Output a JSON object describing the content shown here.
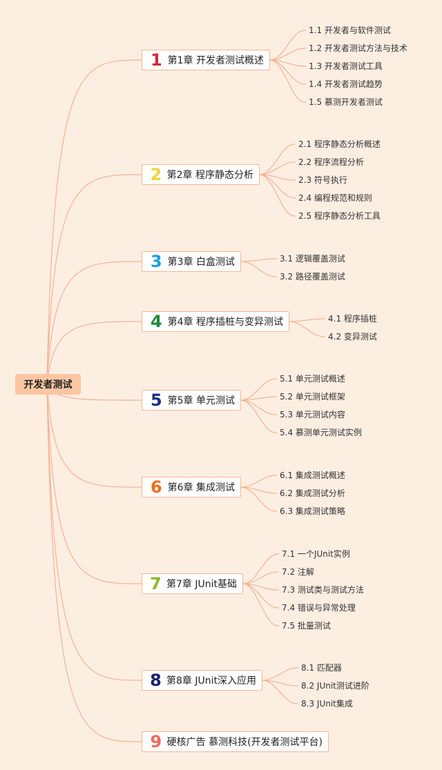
{
  "root": {
    "label": "开发者测试"
  },
  "chapters": [
    {
      "number": "1",
      "color": "#d8243c",
      "label": "第1章 开发者测试概述",
      "items": [
        "1.1 开发者与软件测试",
        "1.2 开发者测试方法与技术",
        "1.3 开发者测试工具",
        "1.4 开发者测试趋势",
        "1.5 慕测开发者测试"
      ]
    },
    {
      "number": "2",
      "color": "#f1d33c",
      "label": "第2章 程序静态分析",
      "items": [
        "2.1 程序静态分析概述",
        "2.2 程序流程分析",
        "2.3 符号执行",
        "2.4 编程规范和规则",
        "2.5 程序静态分析工具"
      ]
    },
    {
      "number": "3",
      "color": "#1f9fd8",
      "label": "第3章 白盒测试",
      "items": [
        "3.1 逻辑覆盖测试",
        "3.2 路径覆盖测试"
      ]
    },
    {
      "number": "4",
      "color": "#1e8a3c",
      "label": "第4章 程序插桩与变异测试",
      "items": [
        "4.1 程序插桩",
        "4.2 变异测试"
      ]
    },
    {
      "number": "5",
      "color": "#1d2f86",
      "label": "第5章 单元测试",
      "items": [
        "5.1 单元测试概述",
        "5.2 单元测试框架",
        "5.3 单元测试内容",
        "5.4 慕测单元测试实例"
      ]
    },
    {
      "number": "6",
      "color": "#f26b1e",
      "label": "第6章 集成测试",
      "items": [
        "6.1 集成测试概述",
        "6.2 集成测试分析",
        "6.3 集成测试策略"
      ]
    },
    {
      "number": "7",
      "color": "#8fb82a",
      "label": "第7章 JUnit基础",
      "items": [
        "7.1 一个JUnit实例",
        "7.2 注解",
        "7.3 测试类与测试方法",
        "7.4 错误与异常处理",
        "7.5 批量测试"
      ]
    },
    {
      "number": "8",
      "color": "#1d1f6e",
      "label": "第8章 JUnit深入应用",
      "items": [
        "8.1 匹配器",
        "8.2 JUnit测试进阶",
        "8.3 JUnit集成"
      ]
    },
    {
      "number": "9",
      "color": "#f0685a",
      "label": "硬核广告 慕测科技(开发者测试平台)",
      "items": []
    }
  ]
}
